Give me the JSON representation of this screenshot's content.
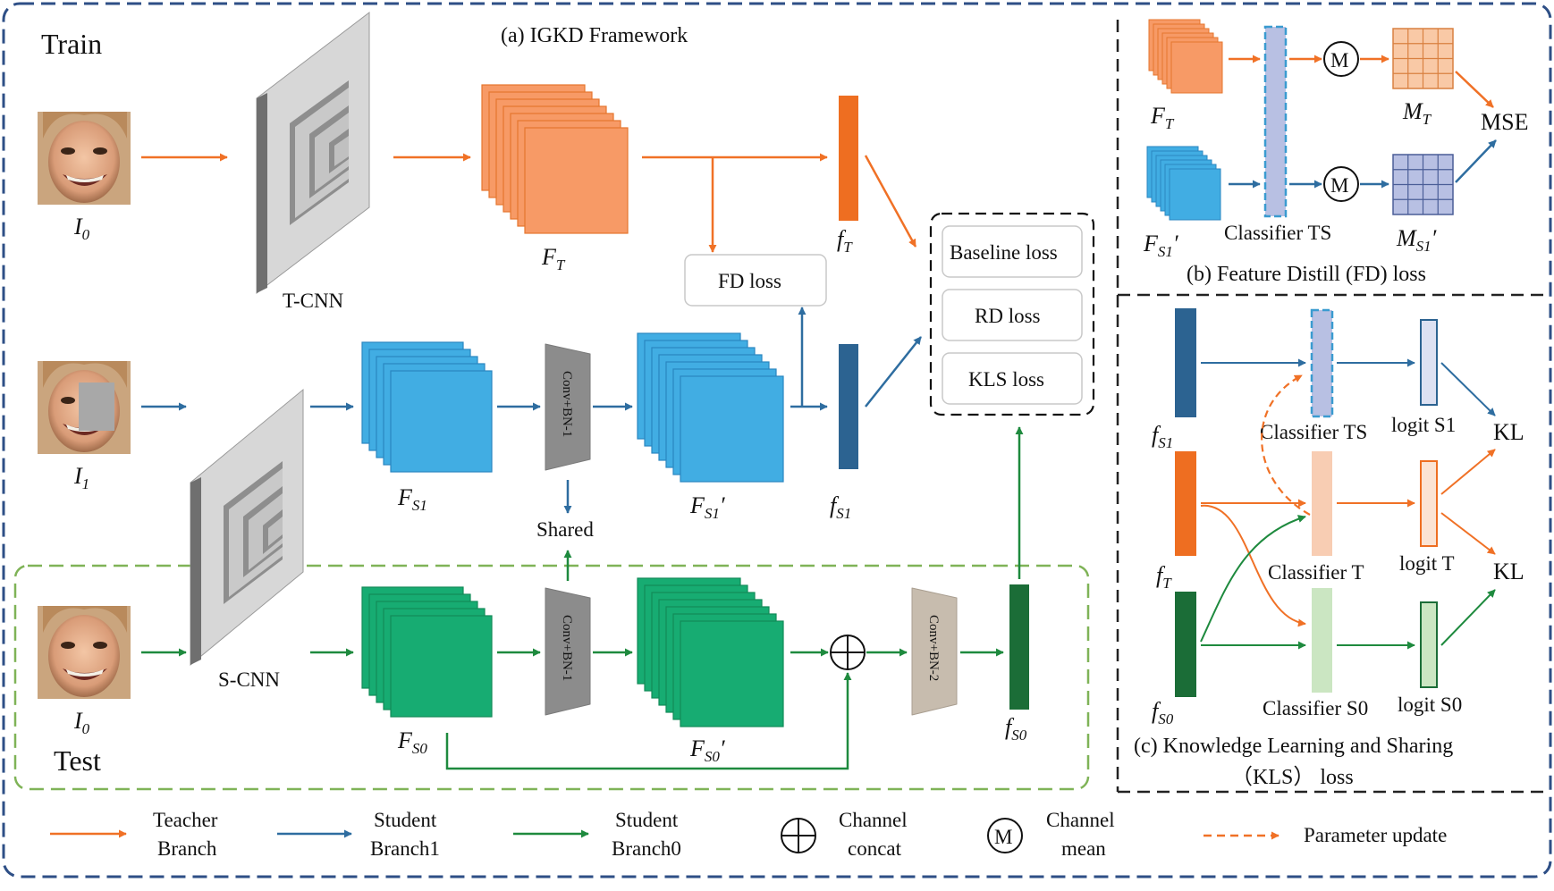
{
  "colors": {
    "teacher": "#f07126",
    "student1": "#2e6da0",
    "student0": "#1e8a3e",
    "frame": "#2e4f86",
    "test_box": "#7fb357",
    "feat_teacher": "#f79a66",
    "feat_s1": "#41ade3",
    "feat_s0": "#17ac72",
    "bar_teacher": "#ee6e21",
    "bar_s1": "#2c6391",
    "bar_s0": "#1b6d37",
    "classifier_ts": "#b8c0e3",
    "classifier_t": "#f8cdb3",
    "classifier_s0": "#cbe6c2"
  },
  "titles": {
    "framework": "(a) IGKD Framework",
    "train": "Train",
    "test": "Test",
    "fd_panel": "(b) Feature Distill (FD) loss",
    "kls_panel_line1": "(c) Knowledge Learning and Sharing",
    "kls_panel_line2": "（KLS） loss"
  },
  "inputs": {
    "teacher_input": {
      "main": "I",
      "sub": "0"
    },
    "occluded_input": {
      "main": "I",
      "sub": "1"
    },
    "test_input": {
      "main": "I",
      "sub": "0"
    }
  },
  "networks": {
    "teacher": "T-CNN",
    "student": "S-CNN"
  },
  "features": {
    "ft_map": {
      "main": "F",
      "sub": "T"
    },
    "fs1_map": {
      "main": "F",
      "sub": "S1"
    },
    "fs1p_map": {
      "main": "F",
      "sub": "S1",
      "prime": "′"
    },
    "fs0_map": {
      "main": "F",
      "sub": "S0"
    },
    "fs0p_map": {
      "main": "F",
      "sub": "S0",
      "prime": "′"
    },
    "ft_vec": {
      "main": "f",
      "sub": "T"
    },
    "fs1_vec": {
      "main": "f",
      "sub": "S1"
    },
    "fs0_vec": {
      "main": "f",
      "sub": "S0"
    }
  },
  "modules": {
    "conv_bn_1_top": "Conv+BN-1",
    "conv_bn_1_bottom": "Conv+BN-1",
    "conv_bn_2": "Conv+BN-2",
    "shared": "Shared"
  },
  "losses": {
    "fd": "FD loss",
    "baseline": "Baseline loss",
    "rd": "RD loss",
    "kls": "KLS loss"
  },
  "fd_panel": {
    "ft": {
      "main": "F",
      "sub": "T"
    },
    "fs1p": {
      "main": "F",
      "sub": "S1",
      "prime": "′"
    },
    "mt": {
      "main": "M",
      "sub": "T"
    },
    "ms1p": {
      "main": "M",
      "sub": "S1",
      "prime": "′"
    },
    "mean_symbol": "M",
    "classifier": "Classifier TS",
    "mse": "MSE"
  },
  "kls_panel": {
    "fs1": {
      "main": "f",
      "sub": "S1"
    },
    "ft": {
      "main": "f",
      "sub": "T"
    },
    "fs0": {
      "main": "f",
      "sub": "S0"
    },
    "classifier_ts": "Classifier TS",
    "classifier_t": "Classifier T",
    "classifier_s0": "Classifier S0",
    "logit_s1": "logit S1",
    "logit_t": "logit T",
    "logit_s0": "logit S0",
    "kl_top": "KL",
    "kl_bottom": "KL"
  },
  "legend": {
    "teacher_line1": "Teacher",
    "teacher_line2": "Branch",
    "student1_line1": "Student",
    "student1_line2": "Branch1",
    "student0_line1": "Student",
    "student0_line2": "Branch0",
    "concat_line1": "Channel",
    "concat_line2": "concat",
    "mean_line1": "Channel",
    "mean_line2": "mean",
    "mean_symbol": "M",
    "update": "Parameter update"
  }
}
